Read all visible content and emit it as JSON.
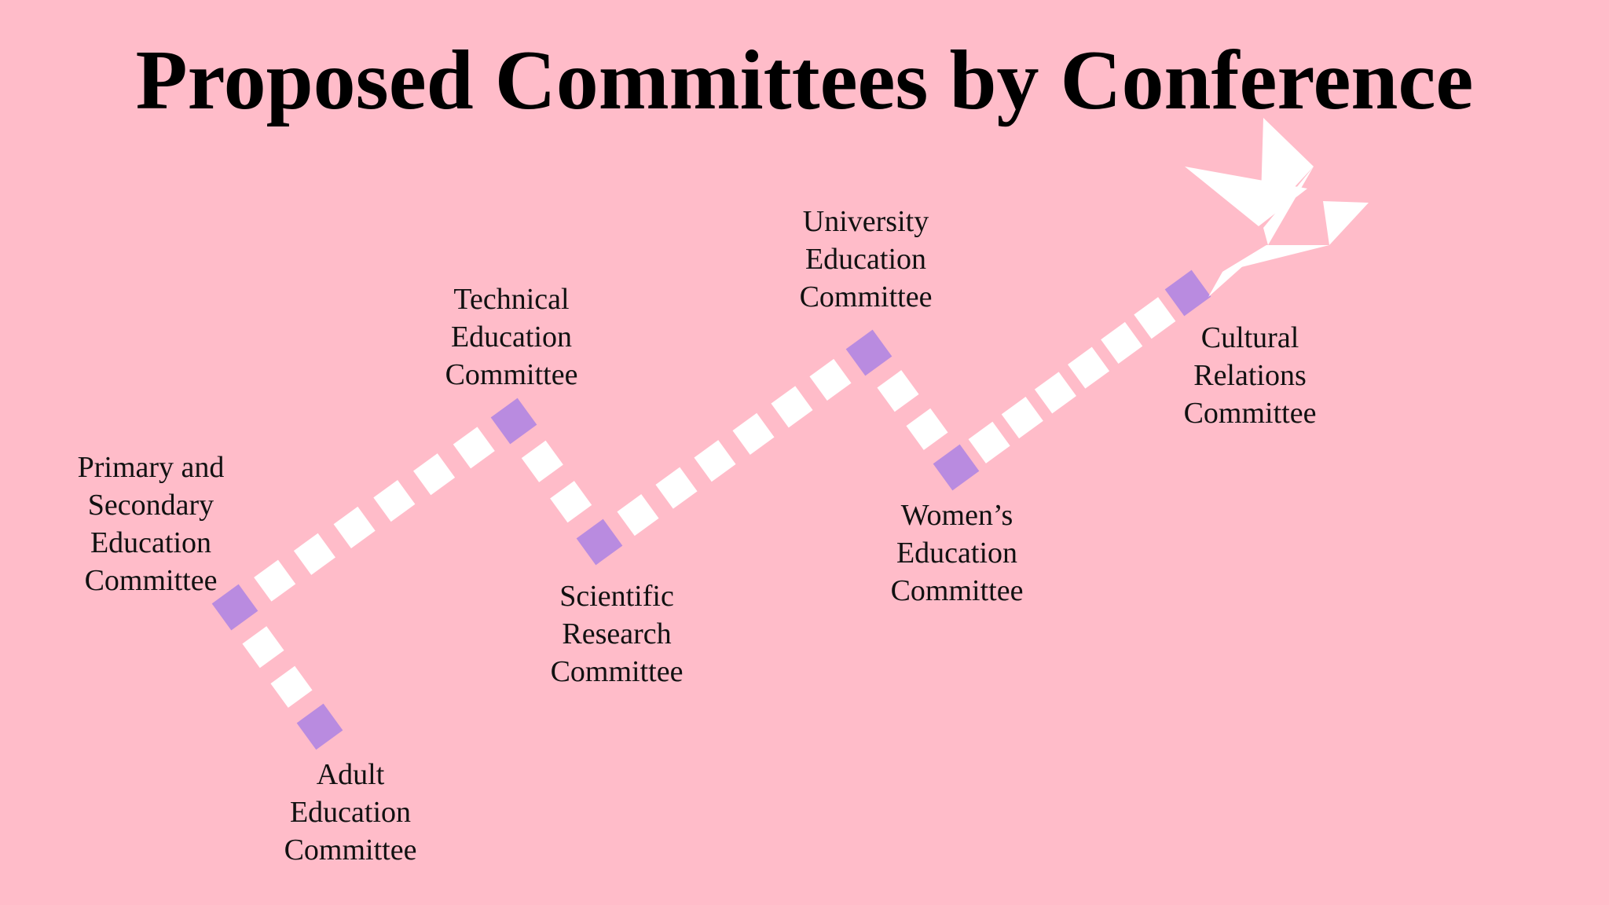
{
  "slide": {
    "title": "Proposed Committees by Conference"
  },
  "committees": [
    {
      "id": "primary",
      "label": "Primary and\nSecondary\nEducation\nCommittee"
    },
    {
      "id": "adult",
      "label": "Adult\nEducation\nCommittee"
    },
    {
      "id": "technical",
      "label": "Technical\nEducation\nCommittee"
    },
    {
      "id": "scientific",
      "label": "Scientific\nResearch\nCommittee"
    },
    {
      "id": "university",
      "label": "University\nEducation\nCommittee"
    },
    {
      "id": "womens",
      "label": "Women’s\nEducation\nCommittee"
    },
    {
      "id": "cultural",
      "label": "Cultural\nRelations\nCommittee"
    }
  ],
  "colors": {
    "background": "#ffbcc9",
    "milestone": "#b98be0",
    "step": "#ffffff",
    "bird": "#ffffff"
  },
  "icons": {
    "bird": "origami-crane-icon"
  }
}
